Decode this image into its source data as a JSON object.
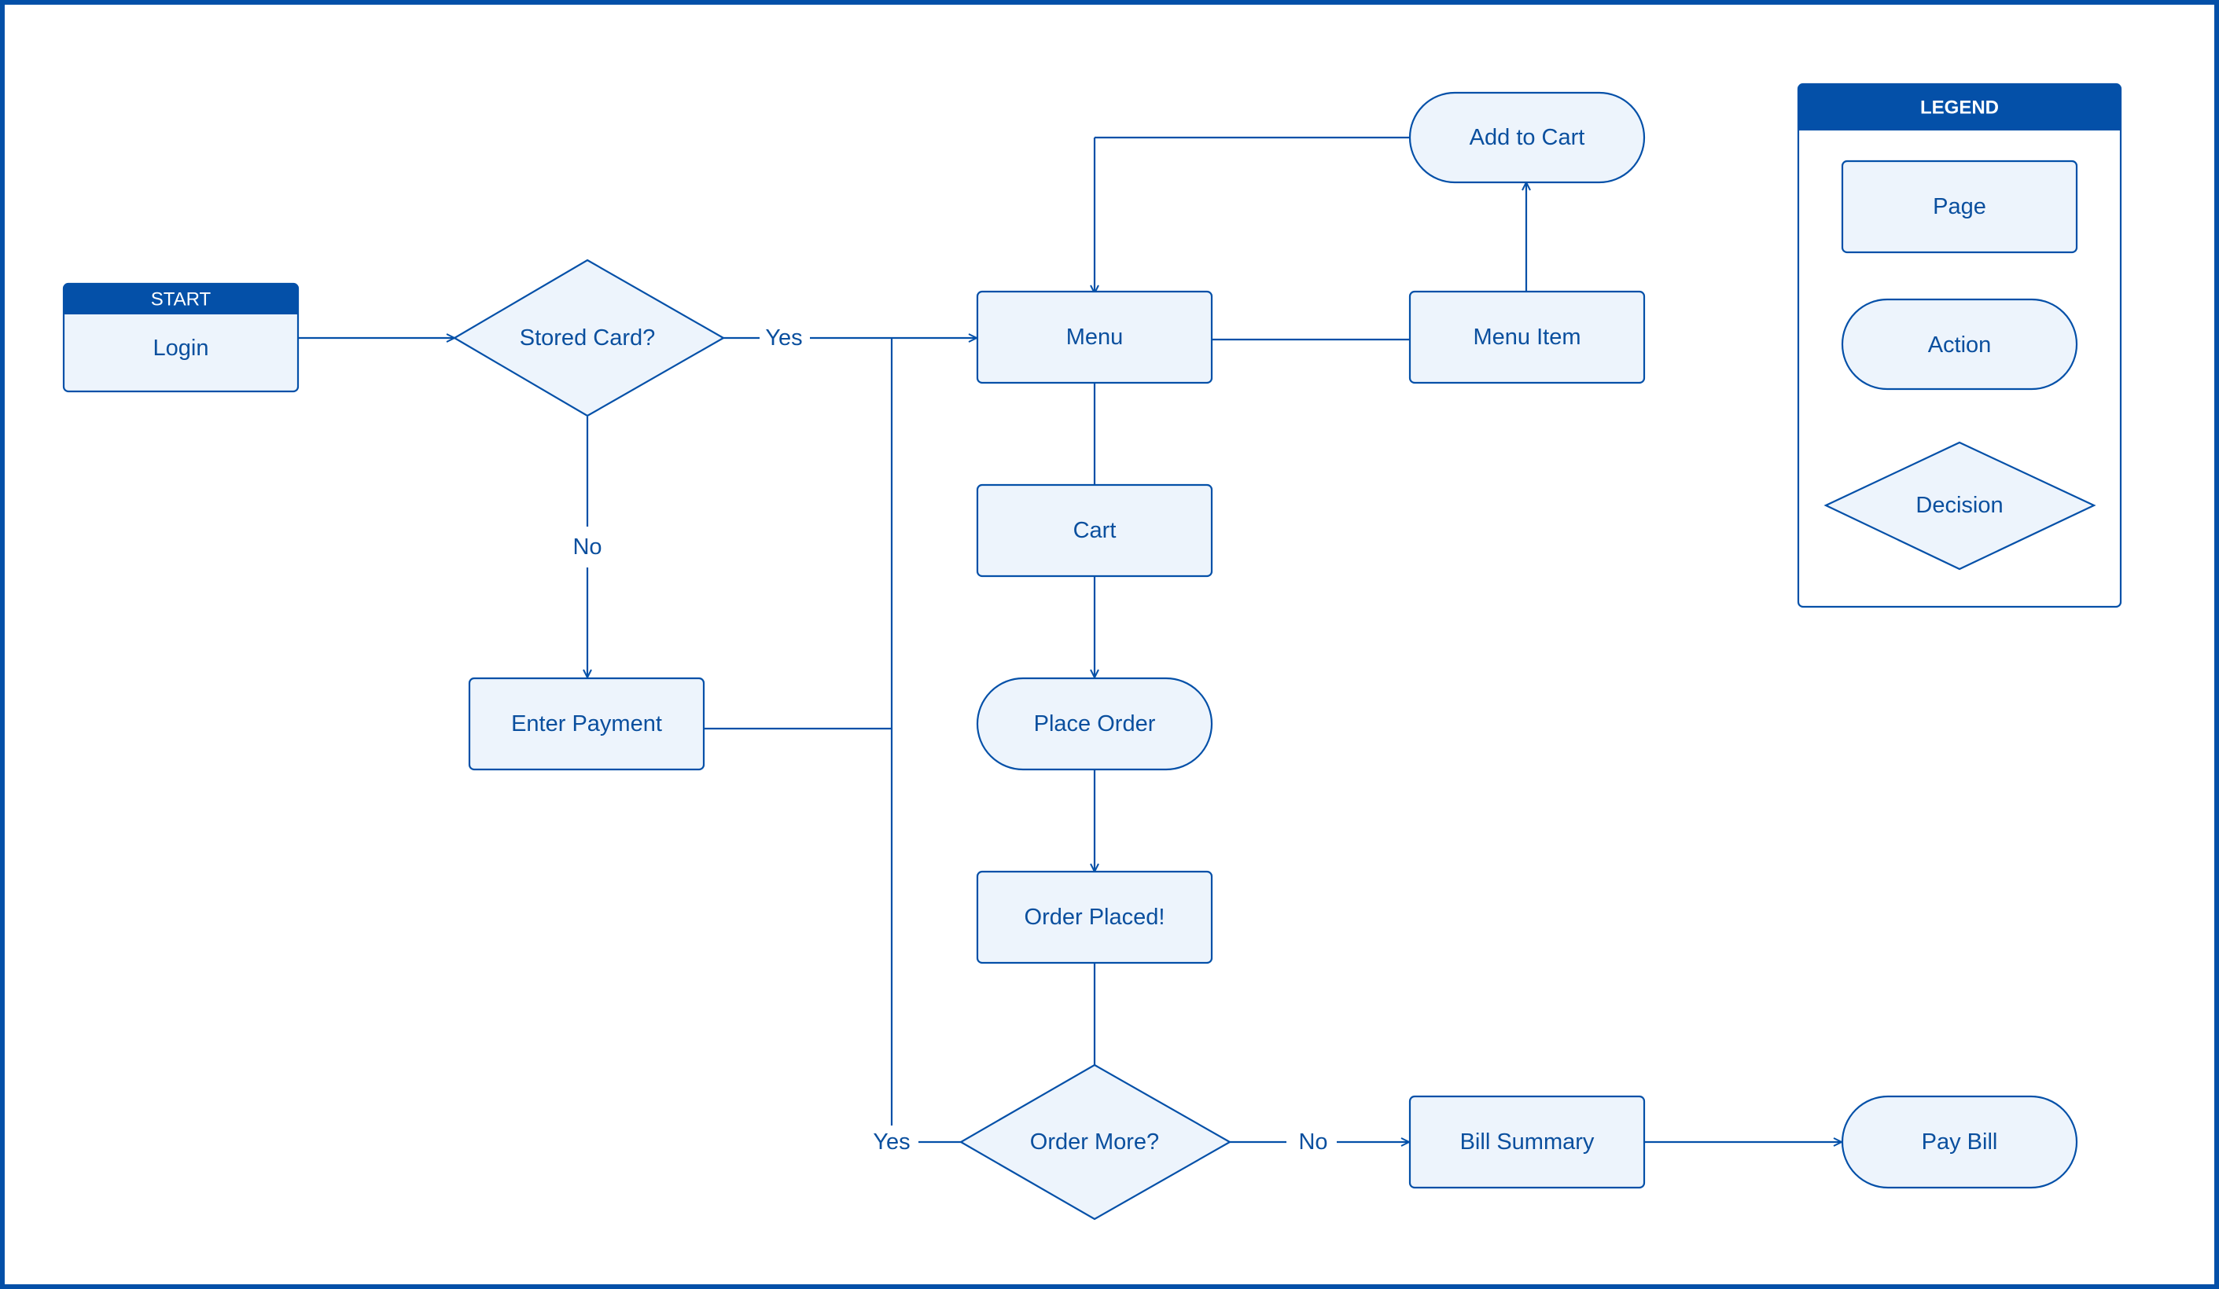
{
  "colors": {
    "border": "#0450a8",
    "shape_fill": "#edf4fc",
    "text": "#0a4f9e",
    "header_fill": "#0450a8"
  },
  "nodes": {
    "start_header": "START",
    "login": "Login",
    "stored_card": "Stored Card?",
    "enter_payment": "Enter Payment",
    "menu": "Menu",
    "add_to_cart": "Add to Cart",
    "menu_item": "Menu Item",
    "cart": "Cart",
    "place_order": "Place Order",
    "order_placed": "Order Placed!",
    "order_more": "Order More?",
    "bill_summary": "Bill Summary",
    "pay_bill": "Pay Bill"
  },
  "edges": {
    "stored_card_yes": "Yes",
    "stored_card_no": "No",
    "order_more_yes": "Yes",
    "order_more_no": "No"
  },
  "legend": {
    "title": "LEGEND",
    "page": "Page",
    "action": "Action",
    "decision": "Decision"
  }
}
